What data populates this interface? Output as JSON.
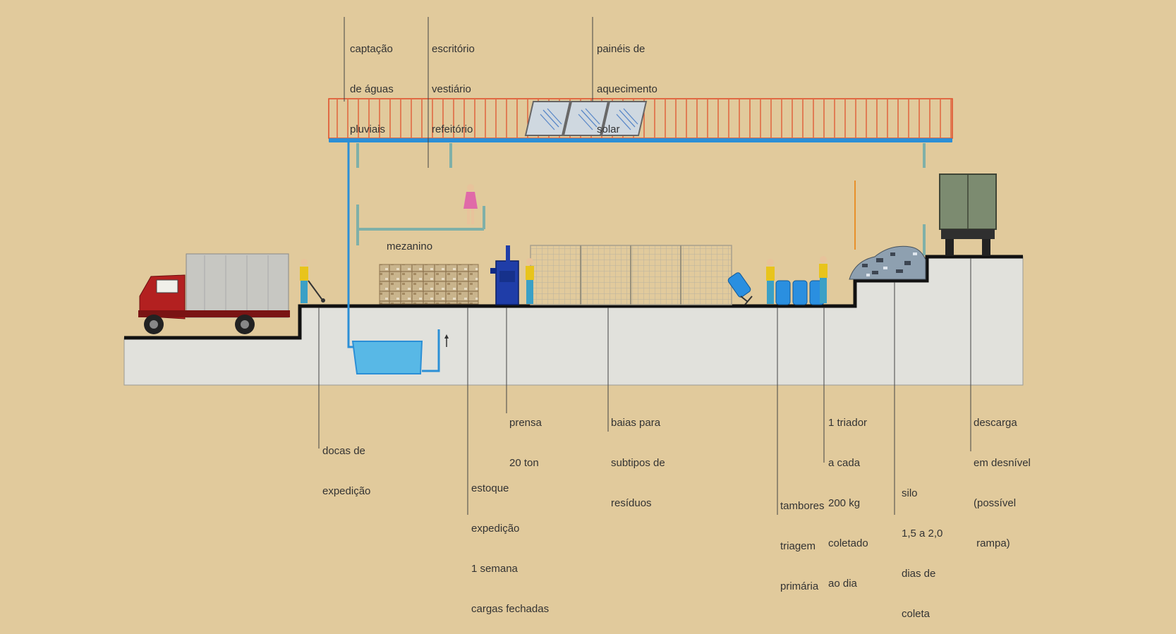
{
  "labels": {
    "captacao": [
      "captação",
      "de águas",
      "pluviais"
    ],
    "escritorio": [
      "escritório",
      "vestiário",
      "refeitório"
    ],
    "paineis": [
      "painéis de",
      "aquecimento",
      "solar"
    ],
    "mezanino": [
      "mezanino"
    ],
    "docas": [
      "docas de",
      "expedição"
    ],
    "estoque": [
      "estoque",
      "expedição",
      "1 semana",
      "cargas fechadas"
    ],
    "prensa": [
      "prensa",
      "20 ton"
    ],
    "baias": [
      "baias para",
      "subtipos de",
      "resíduos"
    ],
    "tambores": [
      "tambores",
      "triagem",
      "primária"
    ],
    "triador": [
      "1 triador",
      "a cada",
      "200 kg",
      "coletado",
      "ao dia"
    ],
    "silo": [
      "silo",
      "1,5 a 2,0",
      "dias de",
      "coleta"
    ],
    "descarga": [
      "descarga",
      "em desnível",
      "(possível",
      " rampa)"
    ]
  },
  "colors": {
    "background": "#e1ca9c",
    "ground": "#e1e1dc",
    "roof_lines": "#e04a26",
    "water": "#2b8fd6",
    "structure": "#7fb0a8",
    "truck_red": "#b32020",
    "worker_shirt": "#e8c41c",
    "worker_pants": "#3aa0c6",
    "drum": "#2a8fe0"
  }
}
